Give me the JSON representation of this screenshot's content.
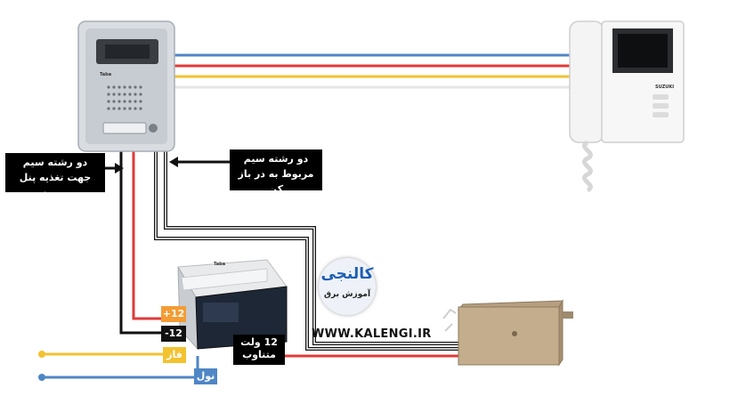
{
  "labels": {
    "panel_power": "دو رشته سیم جهت تغذیه پنل بیرون",
    "door_opener_wires": "دو رشته سیم مربوط به در باز کن",
    "transformer": "12 ولت متناوب"
  },
  "terminals": {
    "plus": "+12",
    "minus": "-12",
    "phase": "فاز",
    "neutral": "نول"
  },
  "logo": {
    "brand": "کالنجی",
    "subtitle": "آموزش برق"
  },
  "website": "WWW.KALENGI.IR",
  "device_brands": {
    "door_panel": "Taba",
    "power_supply": "Taba",
    "monitor": "SUZUKI"
  },
  "colors": {
    "wire_blue": "#4f86c6",
    "wire_red": "#e03a3a",
    "wire_yellow": "#f2c230",
    "wire_white": "#e6e6e6",
    "wire_black": "#111111",
    "tag_orange": "#f39c34",
    "tag_black": "#111111",
    "tag_yellow": "#f2c230",
    "tag_blue": "#4f86c6",
    "logo_blue": "#1f5fb4"
  }
}
